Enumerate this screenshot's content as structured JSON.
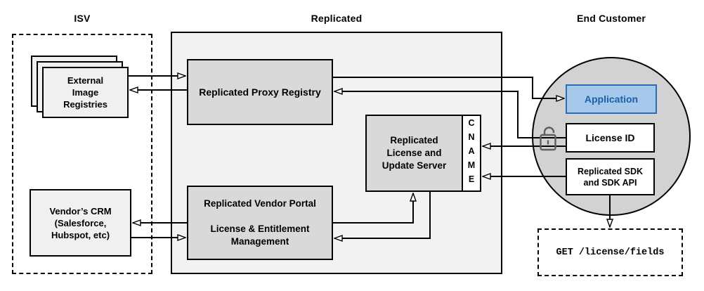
{
  "sections": {
    "isv": {
      "title": "ISV"
    },
    "replicated": {
      "title": "Replicated"
    },
    "end_customer": {
      "title": "End Customer"
    }
  },
  "nodes": {
    "external_image_registries": {
      "label": "External\nImage\nRegistries"
    },
    "vendors_crm": {
      "label": "Vendor’s CRM\n(Salesforce,\nHubspot, etc)"
    },
    "proxy_registry": {
      "label": "Replicated Proxy Registry"
    },
    "vendor_portal": {
      "label": "Replicated Vendor Portal\n\nLicense & Entitlement\nManagement"
    },
    "license_update_server": {
      "label": "Replicated\nLicense and\nUpdate Server"
    },
    "cname": {
      "label": "CNAME"
    },
    "application": {
      "label": "Application"
    },
    "license_id": {
      "label": "License ID"
    },
    "replicated_sdk": {
      "label": "Replicated SDK\nand SDK API"
    },
    "get_endpoint": {
      "label": "GET /license/fields"
    }
  },
  "icons": {
    "unlock": "open-padlock"
  },
  "edges": [
    {
      "from": "external_image_registries",
      "to": "proxy_registry"
    },
    {
      "from": "proxy_registry",
      "to": "external_image_registries"
    },
    {
      "from": "proxy_registry",
      "to": "application"
    },
    {
      "from": "license_id",
      "to": "proxy_registry",
      "via": "unlock-icon"
    },
    {
      "from": "license_id",
      "to": "cname",
      "via": "unlock-icon"
    },
    {
      "from": "replicated_sdk",
      "to": "cname"
    },
    {
      "from": "replicated_sdk",
      "to": "get_endpoint"
    },
    {
      "from": "vendor_portal",
      "to": "license_update_server"
    },
    {
      "from": "license_update_server",
      "to": "vendor_portal"
    },
    {
      "from": "vendor_portal",
      "to": "vendors_crm"
    },
    {
      "from": "vendors_crm",
      "to": "vendor_portal"
    }
  ],
  "colors": {
    "container_gray": "#f2f2f2",
    "light_gray": "#f0f0f0",
    "node_gray": "#d9d9d9",
    "circle_gray": "#d2d2d2",
    "app_fill": "#a5c8eb",
    "app_border": "#2a6fb5",
    "app_text": "#1d5fa9",
    "lock_color": "#5f5f5f"
  }
}
